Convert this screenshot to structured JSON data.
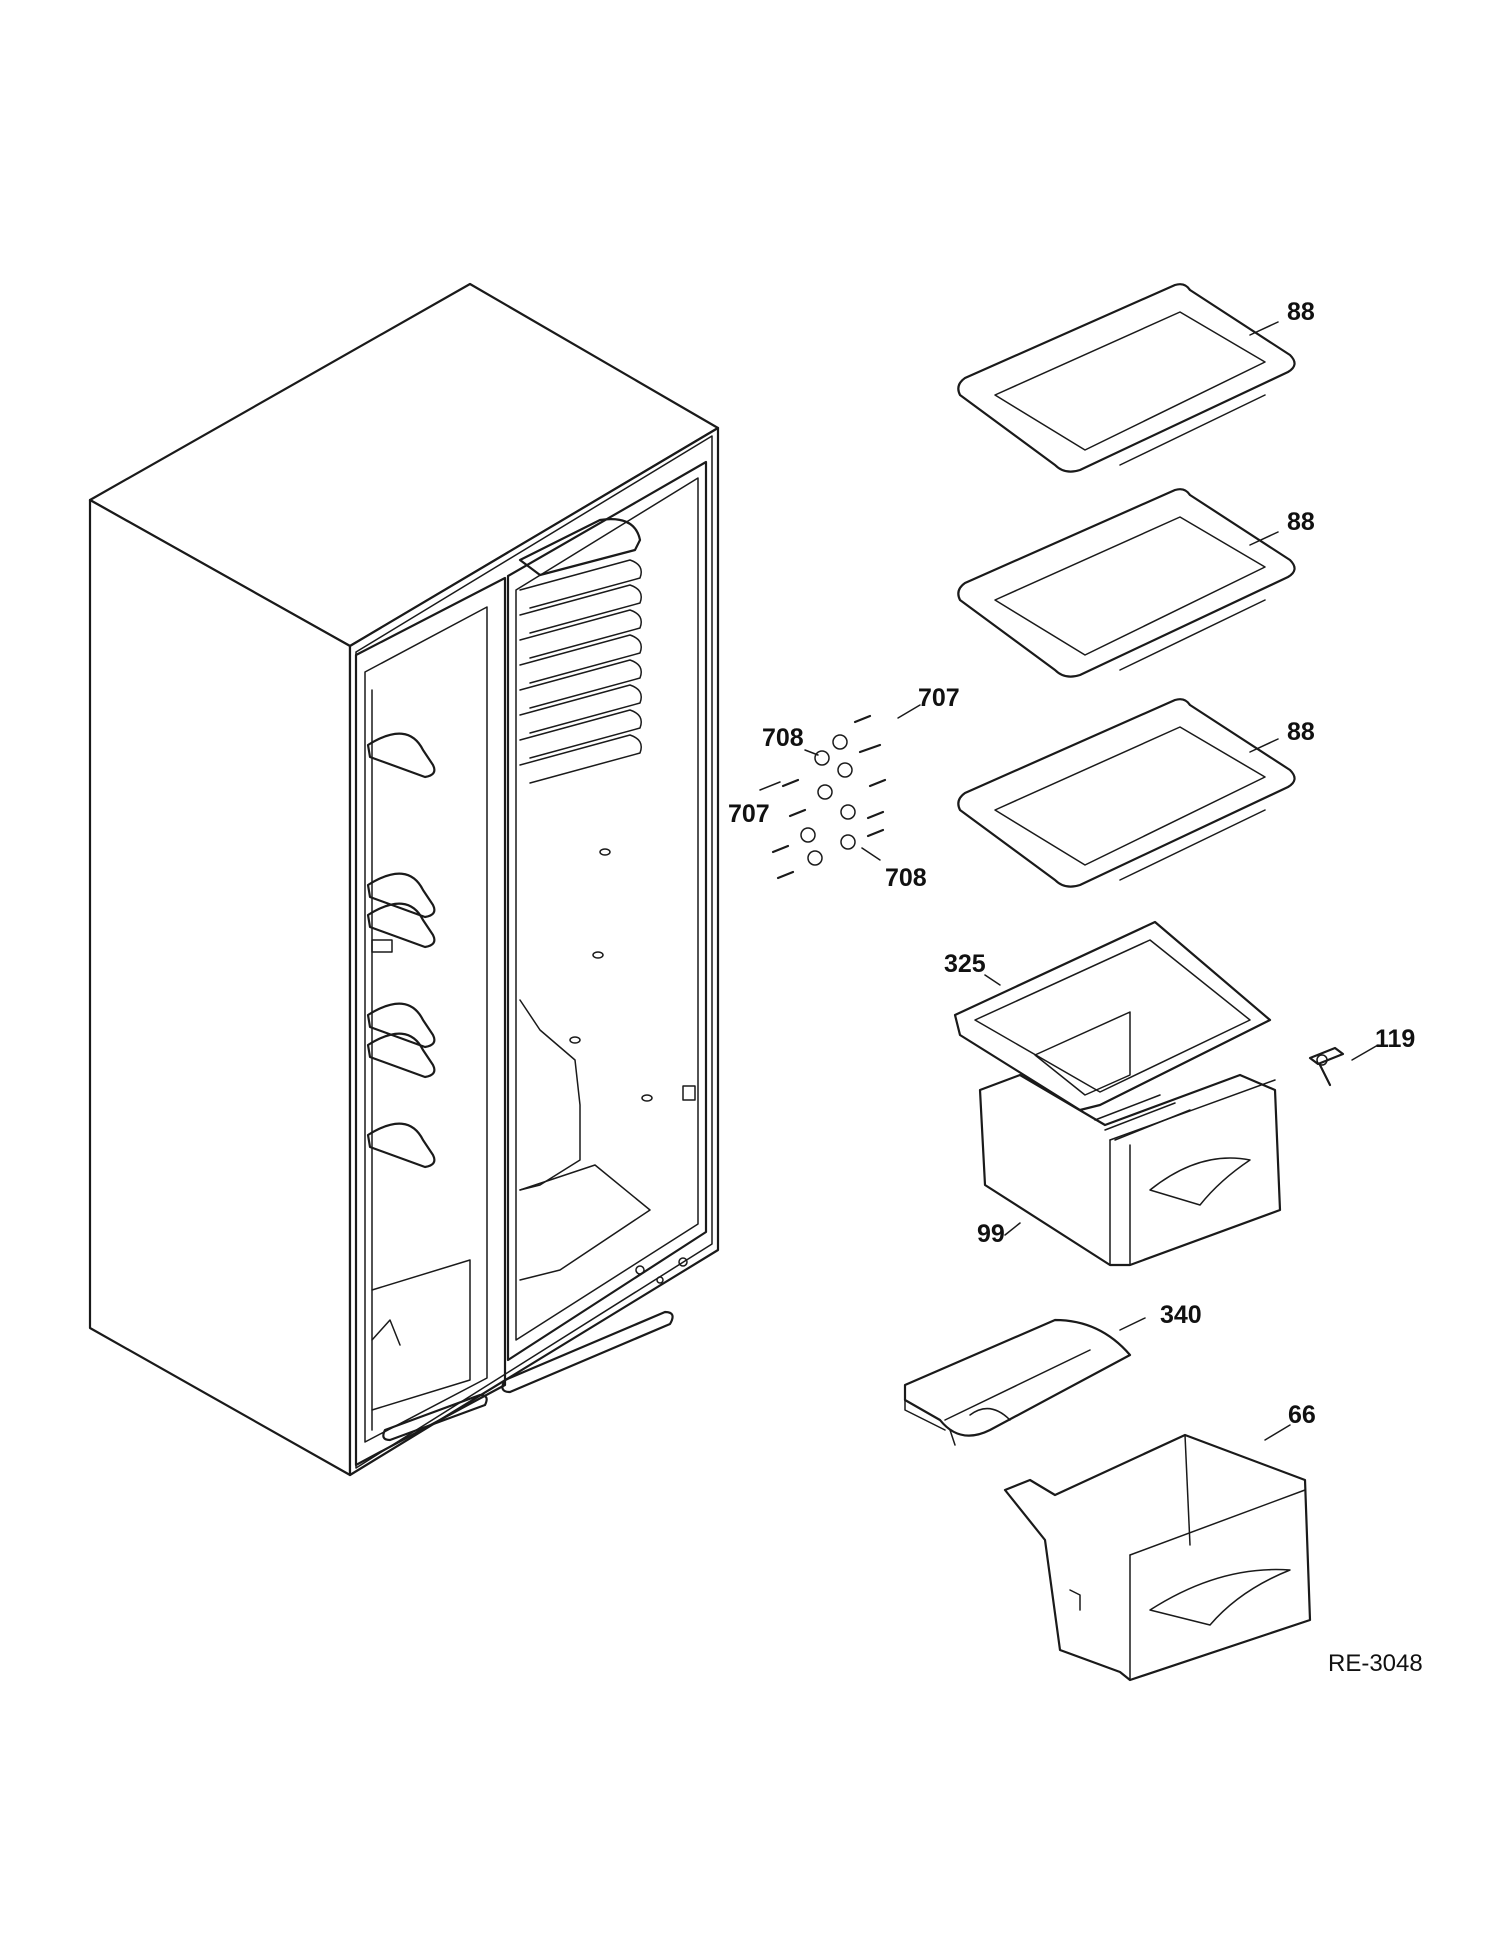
{
  "callouts": {
    "shelf_top": "88",
    "shelf_mid": "88",
    "shelf_low": "88",
    "pin_upper_right": "707",
    "pin_upper_left": "708",
    "pin_left": "707",
    "pin_lower_right": "708",
    "crisper_cover": "325",
    "crisper_drawer": "99",
    "drawer_part": "119",
    "pan_cover": "340",
    "pan_drawer": "66"
  },
  "diagram_ref": "RE-3048"
}
